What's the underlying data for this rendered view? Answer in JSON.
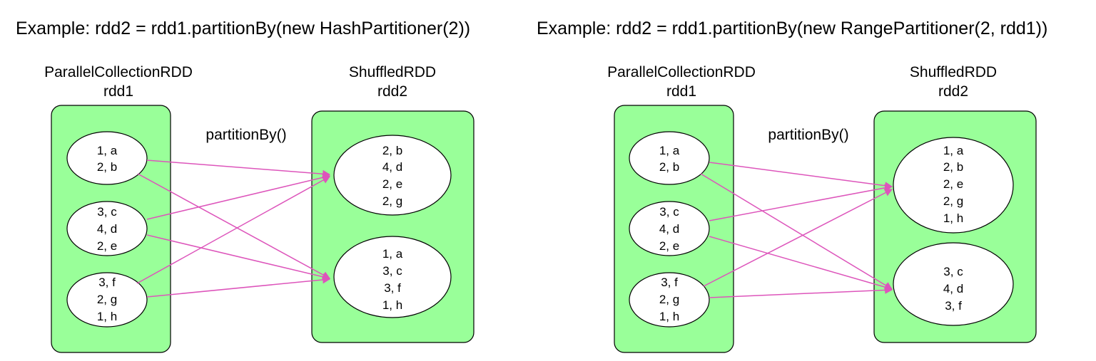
{
  "colors": {
    "container": "#99ff99",
    "arrow": "#dd55bb",
    "partition_fill": "#ffffff"
  },
  "left": {
    "title": "Example: rdd2 = rdd1.partitionBy(new HashPartitioner(2))",
    "source": {
      "type": "ParallelCollectionRDD",
      "name": "rdd1"
    },
    "target": {
      "type": "ShuffledRDD",
      "name": "rdd2"
    },
    "operation": "partitionBy()",
    "source_partitions": [
      [
        "1, a",
        "2, b"
      ],
      [
        "3, c",
        "4, d",
        "2, e"
      ],
      [
        "3, f",
        "2, g",
        "1, h"
      ]
    ],
    "target_partitions": [
      [
        "2, b",
        "4, d",
        "2, e",
        "2, g"
      ],
      [
        "1, a",
        "3, c",
        "3, f",
        "1, h"
      ]
    ]
  },
  "right": {
    "title": "Example: rdd2 = rdd1.partitionBy(new RangePartitioner(2, rdd1))",
    "source": {
      "type": "ParallelCollectionRDD",
      "name": "rdd1"
    },
    "target": {
      "type": "ShuffledRDD",
      "name": "rdd2"
    },
    "operation": "partitionBy()",
    "source_partitions": [
      [
        "1, a",
        "2, b"
      ],
      [
        "3, c",
        "4, d",
        "2, e"
      ],
      [
        "3, f",
        "2, g",
        "1, h"
      ]
    ],
    "target_partitions": [
      [
        "1, a",
        "2, b",
        "2, e",
        "2, g",
        "1, h"
      ],
      [
        "3, c",
        "4, d",
        "3, f"
      ]
    ]
  }
}
